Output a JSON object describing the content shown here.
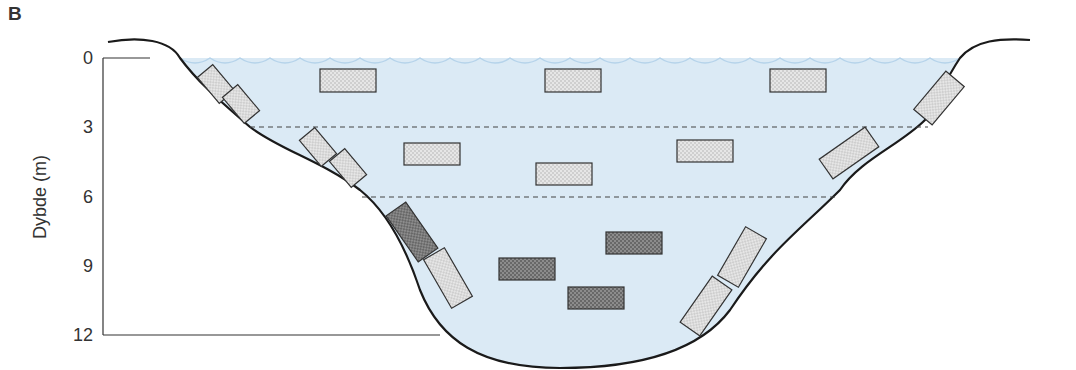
{
  "diagram": {
    "labels": [
      "B",
      "Dybde (m)",
      "0",
      "3",
      "6",
      "9",
      "12"
    ]
  }
}
